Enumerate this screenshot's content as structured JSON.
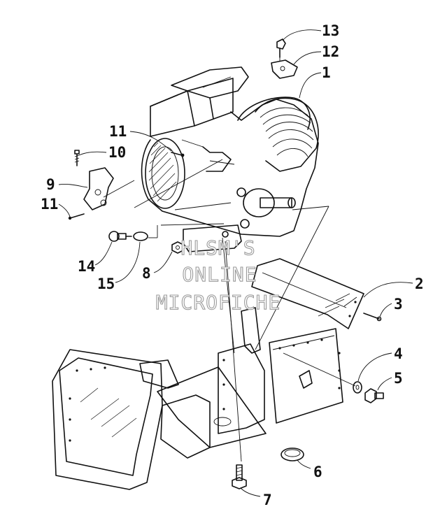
{
  "callouts": [
    {
      "id": "13",
      "label": "13"
    },
    {
      "id": "12",
      "label": "12"
    },
    {
      "id": "1",
      "label": "1"
    },
    {
      "id": "11a",
      "label": "11"
    },
    {
      "id": "10",
      "label": "10"
    },
    {
      "id": "9",
      "label": "9"
    },
    {
      "id": "11b",
      "label": "11"
    },
    {
      "id": "14",
      "label": "14"
    },
    {
      "id": "15",
      "label": "15"
    },
    {
      "id": "8",
      "label": "8"
    },
    {
      "id": "2",
      "label": "2"
    },
    {
      "id": "3",
      "label": "3"
    },
    {
      "id": "4",
      "label": "4"
    },
    {
      "id": "5",
      "label": "5"
    },
    {
      "id": "6",
      "label": "6"
    },
    {
      "id": "7",
      "label": "7"
    }
  ],
  "watermark": {
    "line1": "HLSM'S",
    "line2": "ONLINE",
    "line3": "MICROFICHE",
    "color": "#9a9a9a"
  },
  "colors": {
    "ink": "#111111",
    "background": "#ffffff"
  }
}
